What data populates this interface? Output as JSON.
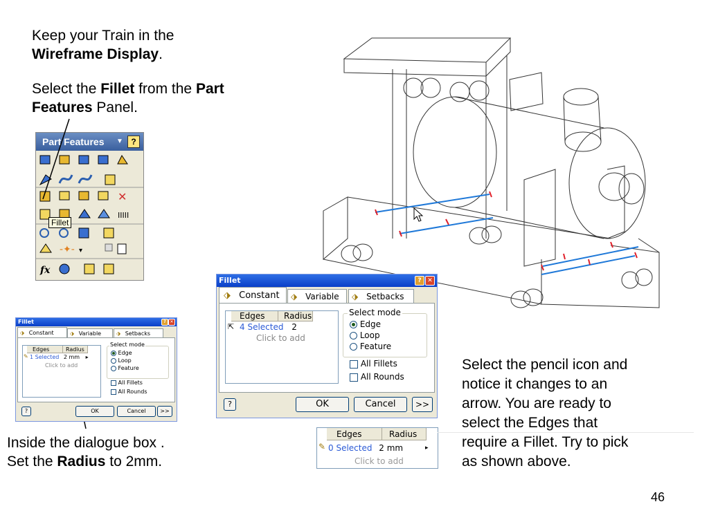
{
  "instructions": {
    "p1_text": "Keep your Train in the",
    "p1_bold": "Wireframe Display",
    "p1_end": ".",
    "p2_a": "Select the ",
    "p2_b": "Fillet",
    "p2_c": " from the ",
    "p2_d": "Part",
    "p2_e": "Features",
    "p2_f": " Panel."
  },
  "dialog_note": {
    "line1": "Inside the dialogue box .",
    "line2_a": "Set the ",
    "line2_b": "Radius",
    "line2_c": " to 2mm."
  },
  "pencil_note": {
    "lines": [
      "Select the pencil icon and",
      "notice it changes to an",
      "arrow. You are ready to",
      "select the Edges that",
      "require a Fillet. Try to pick",
      "as shown above."
    ]
  },
  "page_number": "46",
  "part_features_panel": {
    "title": "Part Features",
    "dropdown_icon": "triangle-down-icon",
    "help": "?",
    "tooltip": "Fillet"
  },
  "fillet_dialog_large": {
    "title": "Fillet",
    "tabs": [
      "Constant",
      "Variable",
      "Setbacks"
    ],
    "columns": [
      "Edges",
      "Radius"
    ],
    "row1_edges": "4 Selected",
    "row1_radius": "2",
    "add_row": "Click to add",
    "select_mode_label": "Select mode",
    "modes": [
      "Edge",
      "Loop",
      "Feature"
    ],
    "selected_mode": "Edge",
    "checks": [
      "All Fillets",
      "All Rounds"
    ],
    "ok": "OK",
    "cancel": "Cancel",
    "more": ">>",
    "help": "?"
  },
  "fillet_dialog_small": {
    "title": "Fillet",
    "tabs": [
      "Constant",
      "Variable",
      "Setbacks"
    ],
    "columns": [
      "Edges",
      "Radius"
    ],
    "row1_edges": "1 Selected",
    "row1_radius": "2 mm",
    "add_row": "Click to add",
    "select_mode_label": "Select mode",
    "modes": [
      "Edge",
      "Loop",
      "Feature"
    ],
    "checks": [
      "All Fillets",
      "All Rounds"
    ],
    "ok": "OK",
    "cancel": "Cancel",
    "more": ">>",
    "help": "?"
  },
  "edges_grid_zoom": {
    "columns": [
      "Edges",
      "Radius"
    ],
    "row1_edges": "0 Selected",
    "row1_radius": "2 mm",
    "add_row": "Click to add"
  },
  "colors": {
    "titlebar": "#0a3fc8",
    "dialog_bg": "#ece9d8",
    "link_blue": "#2c5bd6",
    "edge_blue": "#1e78d8",
    "marker_red": "#e0202a"
  }
}
